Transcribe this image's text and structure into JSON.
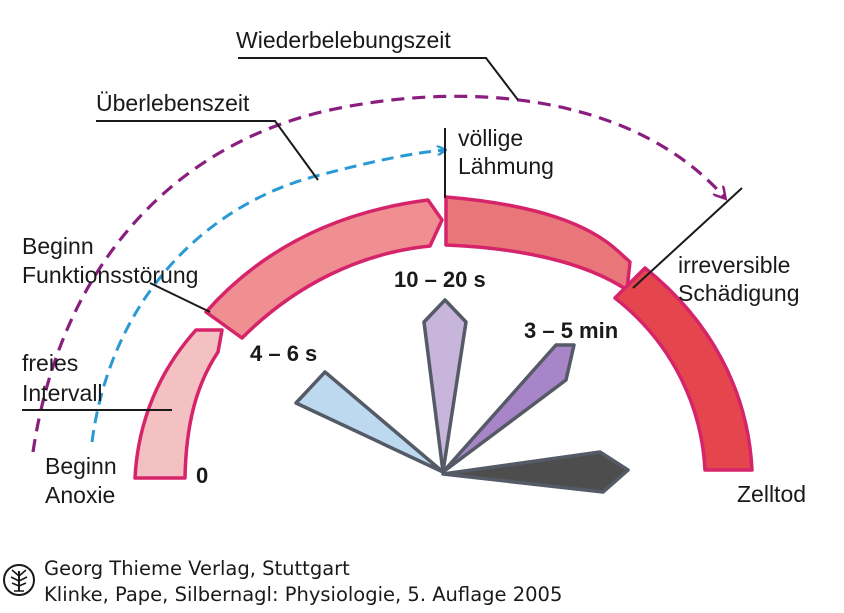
{
  "labels": {
    "wiederbelebungszeit": "Wiederbelebungszeit",
    "ueberlebenszeit": "Überlebenszeit",
    "voellige_1": "völlige",
    "voellige_2": "Lähmung",
    "beginn_funktion_1": "Beginn",
    "beginn_funktion_2": "Funktionsstörung",
    "irreversible_1": "irreversible",
    "irreversible_2": "Schädigung",
    "freies_1": "freies",
    "freies_2": "Intervall",
    "beginn_anoxie_1": "Beginn",
    "beginn_anoxie_2": "Anoxie",
    "zelltod": "Zelltod"
  },
  "times": {
    "zero": "0",
    "t1": "4 – 6 s",
    "t2": "10 – 20 s",
    "t3": "3 – 5 min"
  },
  "credit": {
    "line1": "Georg Thieme Verlag, Stuttgart",
    "line2": "Klinke, Pape, Silbernagl: Physiologie, 5. Auflage 2005"
  },
  "colors": {
    "segment_border": "#d6246b",
    "seg1": "#f4c1c3",
    "seg2": "#ef8f92",
    "seg3": "#e9777a",
    "seg4": "#e5464d",
    "wiederbelebung_arrow": "#8a1e7f",
    "ueberleben_arrow": "#2a9ad4",
    "needle_1": "#bcd9f0",
    "needle_2": "#c7b5dc",
    "needle_3": "#a884c8",
    "needle_4": "#4d4d4d",
    "needle_border": "#555b66"
  }
}
